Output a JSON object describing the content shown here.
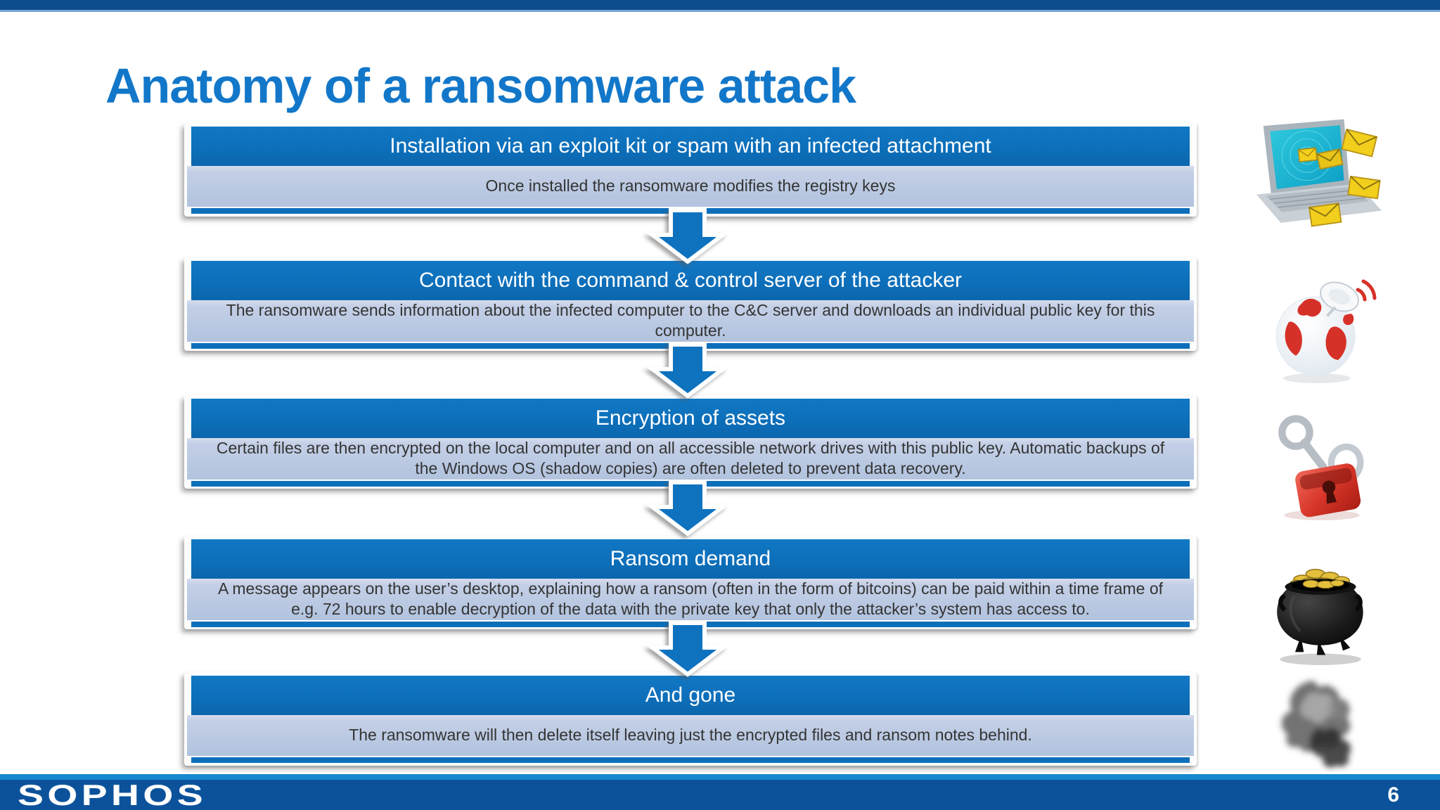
{
  "title": "Anatomy of a ransomware attack",
  "steps": [
    {
      "header": "Installation via an exploit kit or spam with an infected attachment",
      "body": "Once installed the ransomware modifies the registry keys",
      "icon": "laptop-email-icon"
    },
    {
      "header": "Contact with the command & control server of the attacker",
      "body": "The ransomware sends information about the infected computer to the C&C server and downloads an individual public key for this computer.",
      "icon": "globe-satellite-icon"
    },
    {
      "header": "Encryption of assets",
      "body": "Certain files are then encrypted on the local computer and on all accessible network drives with this public key. Automatic backups of the Windows OS (shadow copies) are often deleted to prevent data recovery.",
      "icon": "padlock-key-icon"
    },
    {
      "header": "Ransom demand",
      "body": "A message appears on the user’s desktop, explaining how a ransom (often in the form of bitcoins) can be paid within a time frame of e.g. 72 hours to enable decryption of the data with the private key that only the attacker’s system has access to.",
      "icon": "pot-of-gold-icon"
    },
    {
      "header": "And gone",
      "body": "The ransomware will then delete itself leaving just the encrypted files and ransom notes behind.",
      "icon": "smoke-icon"
    }
  ],
  "footer": {
    "brand": "SOPHOS",
    "page_number": "6"
  },
  "colors": {
    "title_blue": "#1277c9",
    "header_blue": "#0d6fba",
    "body_light_blue": "#b7c6e0",
    "arrow_blue": "#0e72bf",
    "top_bar_blue": "#0d4d8c",
    "footer_blue": "#0b529b",
    "footer_accent": "#1688d0"
  }
}
